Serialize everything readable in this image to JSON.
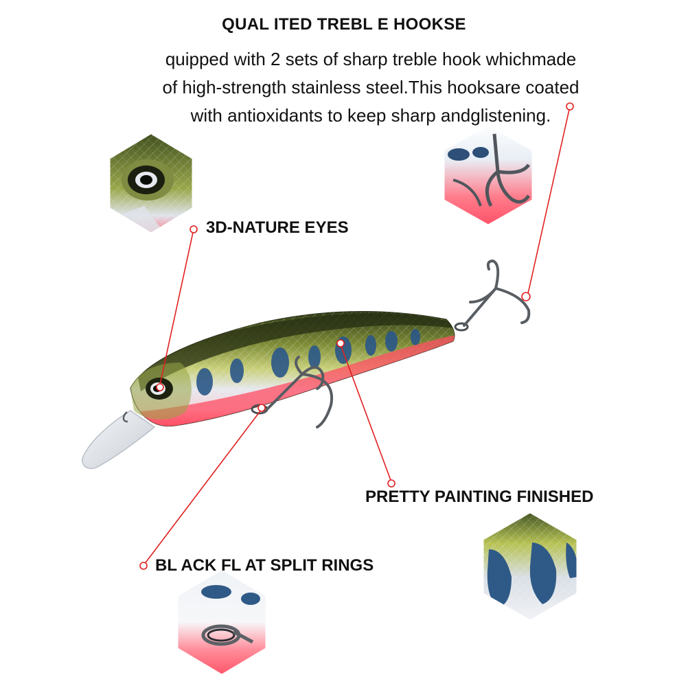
{
  "hooks": {
    "title": "QUAL ITED TREBL E HOOKSE",
    "description": [
      "quipped with 2 sets of sharp treble hook whichmade",
      "of high-strength stainless steel.This hooksare coated",
      "with antioxidants to keep sharp andglistening."
    ]
  },
  "features": {
    "eyes": "3D-NATURE EYES",
    "painting": "PRETTY PAINTING FINISHED",
    "split_rings": "BL ACK FL AT SPLIT RINGS"
  },
  "colors": {
    "callout_line": "#e01f1f",
    "lure_back": "#3d4a1e",
    "lure_side": "#a6b44a",
    "lure_spots": "#2b4f7a",
    "lure_belly": "#ff5a6a",
    "hook_metal": "#555a5e"
  }
}
